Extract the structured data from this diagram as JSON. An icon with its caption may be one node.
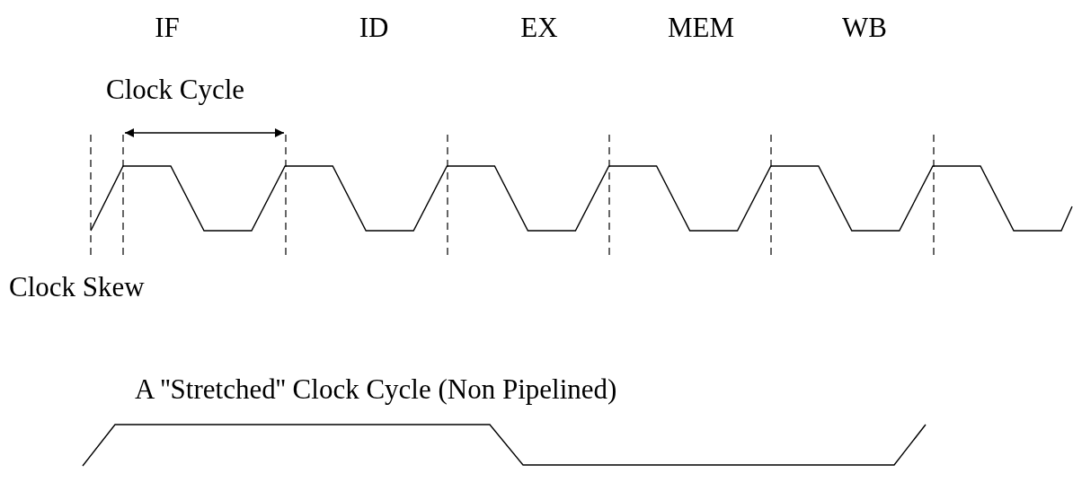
{
  "diagram": {
    "labels": [
      "IF",
      "ID",
      "EX",
      "MEM",
      "WB",
      "Clock Cycle",
      "Clock Skew",
      "A ''Stretched'' Clock Cycle (Non Pipelined)"
    ]
  }
}
